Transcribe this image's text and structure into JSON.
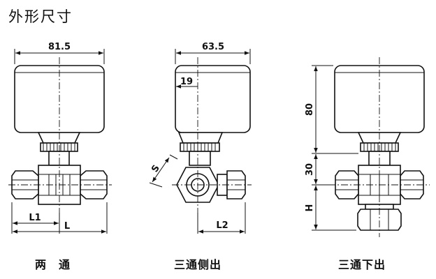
{
  "title": "外形尺寸",
  "views": {
    "two_way": {
      "caption": "两　通",
      "dims": {
        "width": "81.5",
        "l1": "L1",
        "l": "L"
      }
    },
    "three_way_side": {
      "caption": "三通侧出",
      "dims": {
        "width": "63.5",
        "offset": "19",
        "s": "S",
        "l2": "L2"
      }
    },
    "three_way_bottom": {
      "caption": "三通下出",
      "dims": {
        "actuator_h": "80",
        "neck_h": "30",
        "h": "H"
      }
    }
  }
}
